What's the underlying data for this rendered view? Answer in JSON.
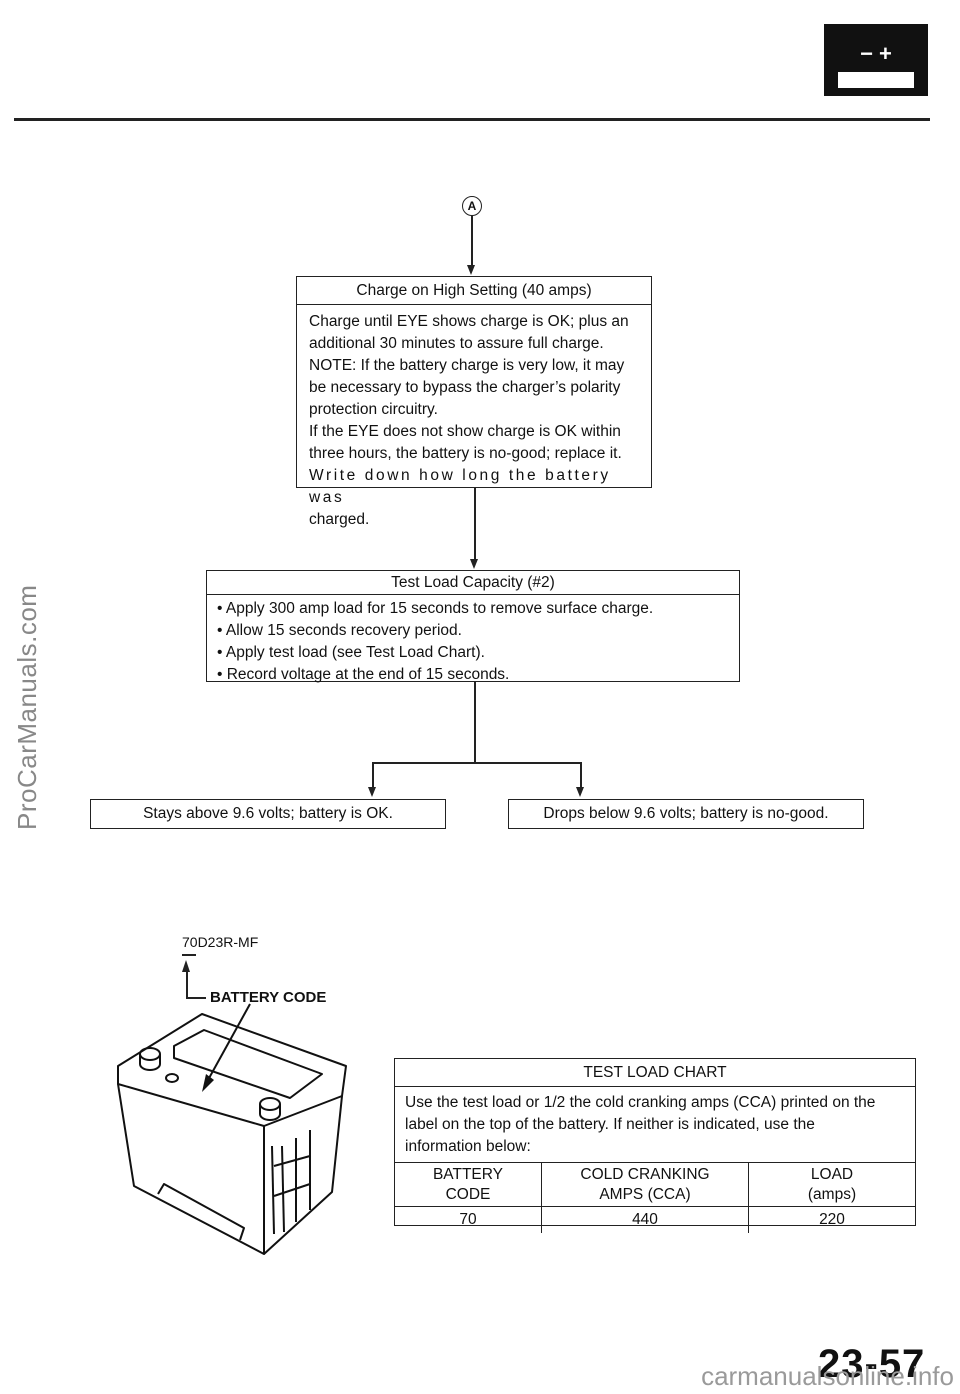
{
  "header": {
    "icon_label": "− +"
  },
  "flow": {
    "start_marker": "A",
    "charge_box": {
      "title": "Charge on High Setting (40 amps)",
      "lines": [
        "Charge until EYE shows charge is OK; plus an",
        "additional 30 minutes to assure full charge.",
        "NOTE: If the battery charge is very low, it may",
        "be necessary to bypass the charger’s polarity",
        "protection circuitry.",
        "If the EYE does not show charge is OK within",
        "three hours, the battery is no-good; replace it.",
        "Write down how long the battery was",
        "charged."
      ]
    },
    "test_box": {
      "title": "Test Load Capacity (#2)",
      "lines": [
        "• Apply 300 amp load for 15 seconds to remove surface charge.",
        "• Allow 15 seconds recovery period.",
        "• Apply test load (see Test Load Chart).",
        "• Record voltage at the end of 15 seconds."
      ]
    },
    "result_ok": "Stays above 9.6 volts; battery is OK.",
    "result_bad": "Drops below 9.6 volts; battery is no-good."
  },
  "battery": {
    "code_text": "70D23R-MF",
    "code_label": "BATTERY CODE"
  },
  "test_load_chart": {
    "title": "TEST LOAD CHART",
    "description": [
      "Use the test load or 1/2 the cold cranking amps (CCA) printed on the",
      "label on the top of the battery. If neither is indicated, use the",
      "information below:"
    ],
    "headers": [
      [
        "BATTERY",
        "CODE"
      ],
      [
        "COLD CRANKING",
        "AMPS (CCA)"
      ],
      [
        "LOAD",
        "(amps)"
      ]
    ],
    "rows": [
      [
        "70",
        "440",
        "220"
      ]
    ]
  },
  "footer": {
    "page_number": "23-57",
    "watermark_side": "ProCarManuals.com",
    "watermark_bottom": "carmanualsonline.info"
  }
}
